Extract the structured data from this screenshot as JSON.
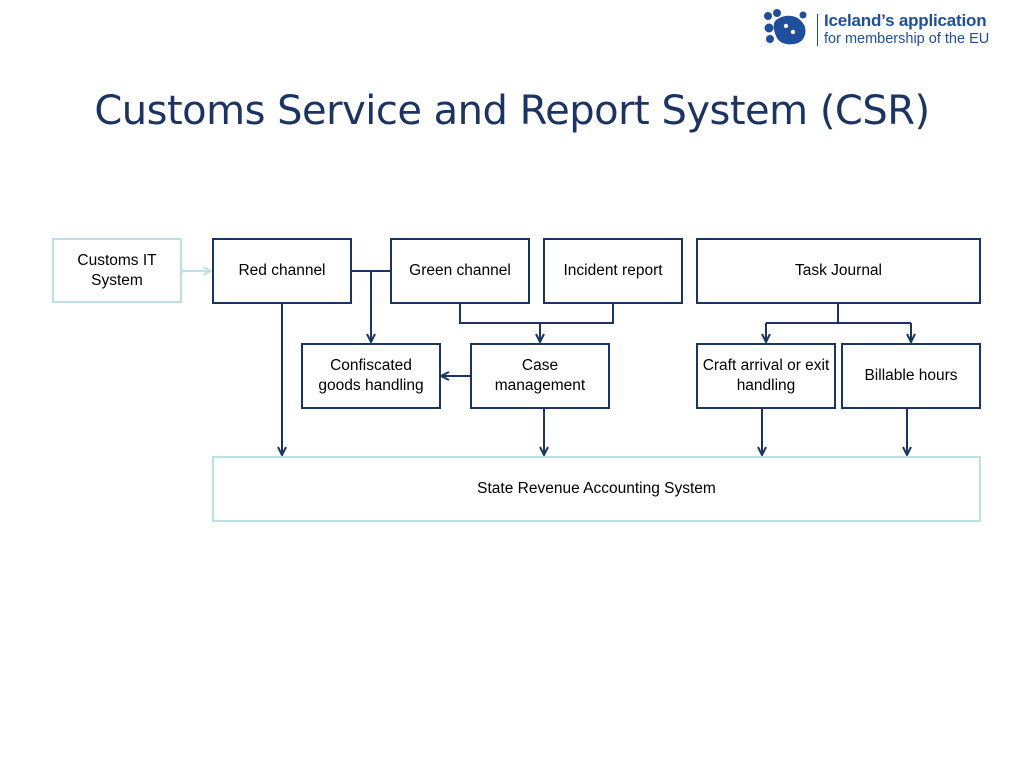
{
  "logo": {
    "line1": "Iceland’s application",
    "line2": "for membership of the EU"
  },
  "title": "Customs Service and Report System (CSR)",
  "diagram": {
    "nodes": {
      "customs_it": "Customs IT System",
      "red_channel": "Red channel",
      "green_channel": "Green channel",
      "incident_report": "Incident report",
      "task_journal": "Task Journal",
      "confiscated": "Confiscated goods handling",
      "case_management": "Case management",
      "craft_arrival": "Craft arrival or exit handling",
      "billable_hours": "Billable hours",
      "state_revenue": "State Revenue Accounting System"
    },
    "colors": {
      "line": "#1c3463",
      "light": "#bfdfe6",
      "brand": "#1f4e9c"
    }
  }
}
